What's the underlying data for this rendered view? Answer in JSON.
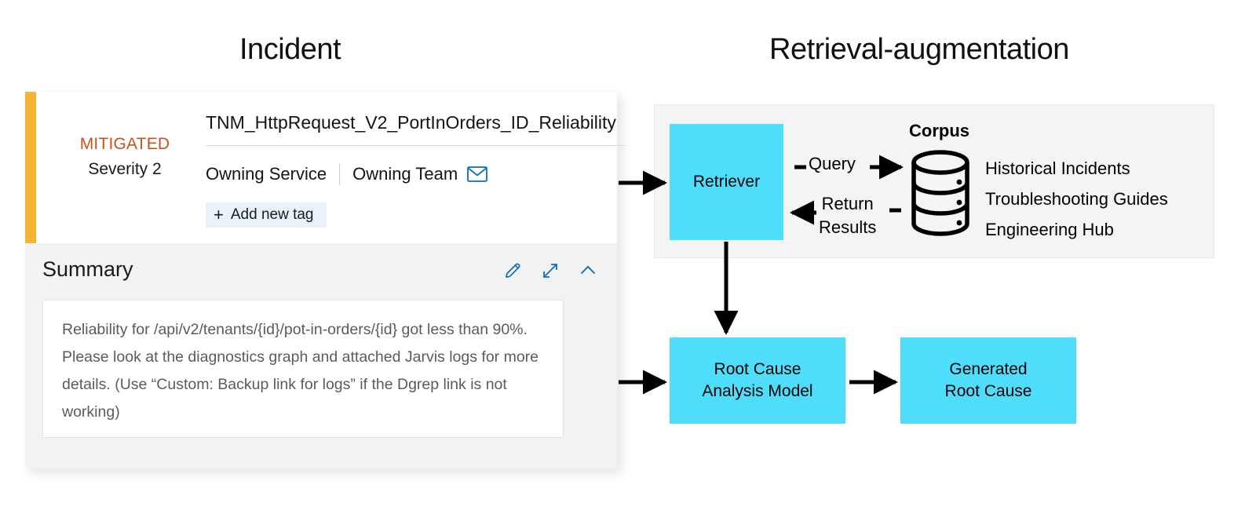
{
  "sections": {
    "incident_title": "Incident",
    "rag_title": "Retrieval-augmentation"
  },
  "incident": {
    "status": "MITIGATED",
    "severity": "Severity 2",
    "name": "TNM_HttpRequest_V2_PortInOrders_ID_Reliability",
    "owning_service": "Owning Service",
    "owning_team": "Owning Team",
    "mail_icon": "envelope-icon",
    "add_tag": {
      "plus": "+",
      "label": "Add new tag"
    },
    "summary": {
      "heading": "Summary",
      "text": "Reliability for /api/v2/tenants/{id}/pot-in-orders/{id} got less than 90%. Please look at the diagnostics graph and attached Jarvis logs for more details. (Use “Custom: Backup link for logs” if the Dgrep link is not working)",
      "actions": [
        {
          "name": "edit-icon",
          "title": "Edit"
        },
        {
          "name": "expand-icon",
          "title": "Expand"
        },
        {
          "name": "chevron-up-icon",
          "title": "Collapse"
        }
      ]
    },
    "colors": {
      "severity_bar": "#F7B334",
      "status_text": "#C0561F",
      "tag_background": "#E9F2FB",
      "summary_panel": "#F2F2F2",
      "icon_blue": "#0F6CBD"
    }
  },
  "rag": {
    "panel_background": "#F4F4F4",
    "box_color": "#4EDEFB",
    "retriever": "Retriever",
    "corpus_label": "Corpus",
    "corpus_items": [
      "Historical Incidents",
      "Troubleshooting Guides",
      "Engineering Hub"
    ],
    "query_label": "Query",
    "return_label_line1": "Return",
    "return_label_line2": "Results",
    "rca_line1": "Root Cause",
    "rca_line2": "Analysis Model",
    "generated_line1": "Generated",
    "generated_line2": "Root Cause"
  }
}
